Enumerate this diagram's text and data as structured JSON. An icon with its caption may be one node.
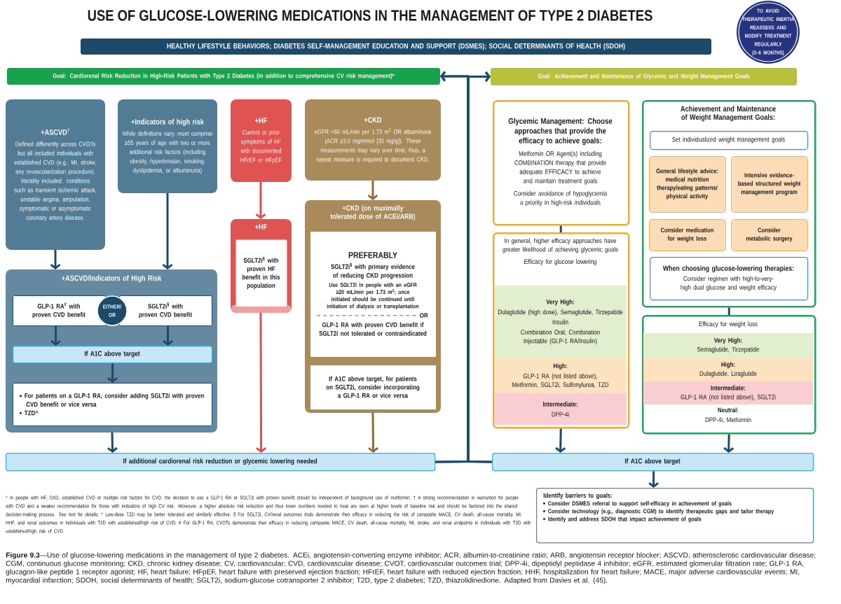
{
  "diagram": {
    "title": "USE OF GLUCOSE-LOWERING MEDICATIONS IN THE MANAGEMENT OF TYPE 2 DIABETES",
    "caption": "**Figure 9.3**—Use of glucose-lowering medications in the management of type 2 diabetes. ACEi, angiotensin-converting enzyme inhibitor; ACR, albumin-to-creatinine ratio; ARB, angiotensin receptor blocker; ASCVD, atherosclerotic cardiovascular disease; CGM, continuous glucose monitoring; CKD, chronic kidney disease; CV, cardiovascular; CVD, cardiovascular disease; CVOT, cardiovascular outcomes trial; DPP-4i, dipeptidyl peptidase 4 inhibitor; eGFR, estimated glomerular filtration rate; GLP-1 RA, glucagon-like peptide 1 receptor agonist; HF, heart failure; HFpEF, heart failure with preserved ejection fraction; HFrEF, heart failure with reduced ejection fraction; HHF, hospitalization for heart failure; MACE, major adverse cardiovascular events; MI, myocardial infarction; SDOH, social determinants of health; SGLT2i, sodium-glucose cotransporter 2 inhibitor; T2D, type 2 diabetes; TZD, thiazolidinedione. Adapted from Davies et al. (45).",
    "nodes": [
      {
        "text": [
          "TO AVOID THERAPEUTIC INERTIA REASSESS AND MODIFY TREATMENT REGULARLY (3–6 MONTHS)"
        ]
      },
      {
        "text": [
          "HEALTHY LIFESTYLE BEHAVIORS; DIABETES SELF-MANAGEMENT EDUCATION AND SUPPORT (DSMES); SOCIAL DETERMINANTS OF HEALTH (SDOH)"
        ]
      },
      {
        "text": [
          "Goal: Cardiorenal Risk Reduction in High-Risk Patients with Type 2 Diabetes (in addition to comprehensive CV risk management)*"
        ]
      },
      {
        "text": [
          "Goal: Achievement and Maintenance of Glycemic and Weight Management Goals"
        ]
      },
      {
        "text": [
          "+ASCVD$^{†}$",
          "Defined differently across CVOTs but all included individuals with established CVD (e.g., MI, stroke, any revascularization procedure). Variably included: conditions such as transient ischemic attack, unstable angina, amputation, symptomatic or asymptomatic coronary artery disease."
        ]
      },
      {
        "text": [
          "+Indicators of high risk",
          "While definitions vary, most comprise ≥55 years of age with two or more additional risk factors (including obesity, hypertension, smoking, dyslipidemia, or albuminuria)"
        ]
      },
      {
        "text": [
          "+HF",
          "Current or prior symptoms of HF with documented HFrEF or HFpEF"
        ]
      },
      {
        "text": [
          "+CKD",
          "eGFR <60 mL/min per 1.73 m$^{2}$ OR albuminuria (ACR ≥3.0 mg/mmol [30 mg/g]). These measurements may vary over time; thus, a repeat measure is required to document CKD."
        ]
      },
      {
        "text": [
          "+ASCVD/Indicators of High Risk"
        ]
      },
      {
        "text": [
          "GLP-1 RA$^{#}$ with proven CVD benefit"
        ],
        "in": 8
      },
      {
        "text": [
          "EITHER/ OR"
        ],
        "in": 8
      },
      {
        "text": [
          "SGLT2i$^{§}$ with proven CVD benefit"
        ],
        "in": 8
      },
      {
        "text": [
          "If A1C above target"
        ],
        "in": 8
      },
      {
        "text": [
          "For patients on a GLP-1 RA, consider adding SGLT2i with proven CVD benefit or vice versa",
          "TZD^"
        ],
        "in": 8
      },
      {
        "text": [
          "+HF"
        ]
      },
      {
        "text": [
          "SGLT2i$^{§}$ with proven HF benefit in this population"
        ],
        "in": 14
      },
      {
        "text": [
          "+CKD (on maximally tolerated dose of ACEi/ARB)"
        ]
      },
      {
        "text": [
          "PREFERABLY",
          "SGLT2i$^{§}$ with primary evidence of reducing CKD progression",
          "Use SGLT2i in people with an eGFR ≥20 mL/min per 1.73 m$^{2}$; once initiated should be continued until initiation of dialysis or transplantation",
          "OR",
          "GLP-1 RA with proven CVD benefit if SGLT2i not tolerated or contraindicated"
        ],
        "in": 16
      },
      {
        "text": [
          "If A1C above target, for patients on SGLT2i, consider incorporating a GLP-1 RA or vice versa"
        ],
        "in": 16
      },
      {
        "text": [
          "If additional cardiorenal risk reduction or glycemic lowering needed"
        ]
      },
      {
        "text": [
          "Glycemic Management: Choose approaches that provide the efficacy to achieve goals:",
          "Metformin OR Agent(s) including COMBINATION therapy that provide adequate EFFICACY to achieve and maintain treatment goals",
          "Consider avoidance of hypoglycemia a priority in high-risk individuals"
        ]
      },
      {
        "text": [
          "In general, higher efficacy approaches have greater likelihood of achieving glycemic goals",
          "Efficacy for glucose lowering"
        ]
      },
      {
        "text": [
          "Very High:",
          "Dulaglutide (high dose), Semaglutide, Tirzepatide",
          "Insulin",
          "Combination Oral, Combination Injectable (GLP-1 RA/Insulin)"
        ],
        "in": 21
      },
      {
        "text": [
          "High:",
          "GLP-1 RA (not listed above), Metformin, SGLT2i, Sulfonylurea, TZD"
        ],
        "in": 21
      },
      {
        "text": [
          "Intermediate:",
          "DPP-4i"
        ],
        "in": 21
      },
      {
        "text": [
          "Achievement and Maintenance of Weight Management Goals:"
        ]
      },
      {
        "text": [
          "Set individualized weight management goals"
        ],
        "in": 25
      },
      {
        "text": [
          "General lifestyle advice: medical nutrition therapy/eating patterns/ physical activity"
        ],
        "in": 25
      },
      {
        "text": [
          "Intensive evidence-based structured weight management program"
        ],
        "in": 25
      },
      {
        "text": [
          "Consider medication for weight loss"
        ],
        "in": 25
      },
      {
        "text": [
          "Consider metabolic surgery"
        ],
        "in": 25
      },
      {
        "text": [
          "When choosing glucose-lowering therapies:",
          "Consider regimen with high-to-very-high dual glucose and weight efficacy"
        ],
        "in": 25
      },
      {
        "text": [
          "Efficacy for weight loss",
          "Neutral:",
          "DPP-4i, Metformin"
        ]
      },
      {
        "text": [
          "Very High:",
          "Semaglutide, Tirzepatide"
        ],
        "in": 32
      },
      {
        "text": [
          "High:",
          "Dulaglutide, Liraglutide"
        ],
        "in": 32
      },
      {
        "text": [
          "Intermediate:",
          "GLP-1 RA (not listed above), SGLT2i"
        ],
        "in": 32
      },
      {
        "text": [
          "If A1C above target"
        ]
      },
      {
        "text": [
          "Identify barriers to goals:",
          "Consider DSMES referral to support self-efficacy in achievement of goals",
          "Consider technology (e.g., diagnostic CGM) to identify therapeutic gaps and tailor therapy",
          "Identify and address SDOH that impact achievement of goals"
        ]
      }
    ],
    "edges": [
      {
        "from": 4,
        "to": 8,
        "arrow": "to"
      },
      {
        "from": 5,
        "to": 8,
        "arrow": "to"
      },
      {
        "from": 6,
        "to": 14,
        "arrow": "to",
        "color": "#dc4f4f"
      },
      {
        "from": 7,
        "to": 16,
        "arrow": "to",
        "color": "#8f6d3a"
      },
      {
        "from": 9,
        "to": 12,
        "arrow": "to"
      },
      {
        "from": 11,
        "to": 12,
        "arrow": "to"
      },
      {
        "from": 12,
        "to": 13,
        "arrow": "to"
      },
      {
        "from": 8,
        "to": 19,
        "arrow": "to"
      },
      {
        "from": 14,
        "to": 19,
        "arrow": "to",
        "color": "#dc4f4f"
      },
      {
        "from": 16,
        "to": 19,
        "arrow": "to",
        "color": "#8f6d3a"
      },
      {
        "from": 20,
        "to": 21,
        "arrow": "none"
      },
      {
        "from": 21,
        "to": 36,
        "arrow": "to"
      },
      {
        "from": 25,
        "to": 32,
        "arrow": "none"
      },
      {
        "from": 32,
        "to": 36,
        "arrow": "to"
      },
      {
        "from": 36,
        "to": 37,
        "arrow": "to"
      },
      {
        "from": 19,
        "to": 2,
        "arrow": "to"
      },
      {
        "from": 19,
        "to": 3,
        "arrow": "to"
      },
      {
        "from": 36,
        "to": 2,
        "arrow": "to"
      },
      {
        "from": 36,
        "to": 3,
        "arrow": "to"
      }
    ],
    "labels": [
      "* In people with HF, CKD, established CVD or multiple risk factors for CVD, the decision to use a GLP-1 RA or SGLT2i with proven benefit should be independent of background use of metformin; † A strong recommendation is warranted for people with CVD and a weaker recommendation for those with indicators of high CV risk. Moreover, a higher absolute risk reduction and thus lower numbers needed to treat are seen at higher levels of baseline risk and should be factored into the shared decision-making process. See text for details; ^ Low-dose TZD may be better tolerated and similarly effective; § For SGLT2i, CV/renal outcomes trials demonstrate their efficacy in reducing the risk of composite MACE, CV death, all-cause mortality, MI, HHF, and renal outcomes in individuals with T2D with established/high risk of CVD; # For GLP-1 RA, CVOTs demonstrate their efficacy in reducing composite MACE, CV death, all-cause mortality, MI, stroke, and renal endpoints in individuals with T2D with established/high risk of CVD."
    ]
  }
}
